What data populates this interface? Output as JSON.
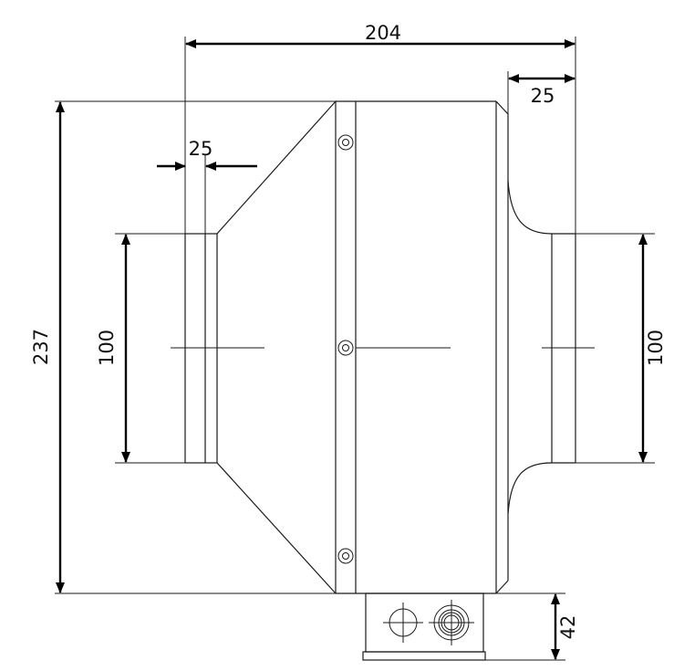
{
  "dimensions": {
    "overall_length": "204",
    "left_spigot_length": "25",
    "right_spigot_length": "25",
    "height": "237",
    "left_spigot_diameter": "100",
    "right_spigot_diameter": "100",
    "terminal_box_height": "42"
  },
  "colors": {
    "line": "#1a1a1a",
    "background": "#ffffff"
  }
}
